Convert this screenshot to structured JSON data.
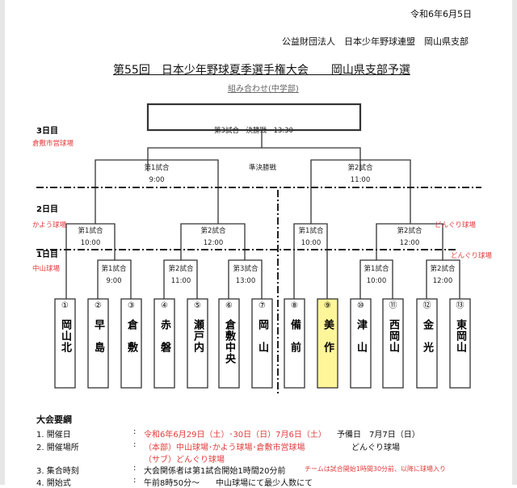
{
  "header": {
    "date": "令和6年6月5日",
    "organization": "公益財団法人　日本少年野球連盟　岡山県支部",
    "title": "第55回　日本少年野球夏季選手権大会　　岡山県支部予選",
    "subtitle": "組み合わせ(中学部)"
  },
  "days": {
    "day3": {
      "label": "3日目",
      "venue": "倉敷市営球場"
    },
    "day2": {
      "label": "2日目",
      "venue_left": "かよう球場",
      "venue_right": "どんぐり球場"
    },
    "day1": {
      "label": "1日目",
      "venue_left": "中山球場",
      "venue_right": "どんぐり球場"
    }
  },
  "bracket": {
    "final": {
      "label": "第3試合　決勝戦　13:30"
    },
    "semifinal_label": "準決勝戦",
    "semis": [
      {
        "game": "第1試合",
        "time": "9:00"
      },
      {
        "game": "第2試合",
        "time": "11:00"
      }
    ],
    "day2_games": [
      {
        "game": "第1試合",
        "time": "10:00"
      },
      {
        "game": "第2試合",
        "time": "12:00"
      },
      {
        "game": "第1試合",
        "time": "10:00"
      },
      {
        "game": "第2試合",
        "time": "12:00"
      }
    ],
    "day1_games": [
      {
        "game": "第1試合",
        "time": "9:00"
      },
      {
        "game": "第2試合",
        "time": "11:00"
      },
      {
        "game": "第3試合",
        "time": "13:00"
      },
      {
        "game": "第1試合",
        "time": "10:00"
      },
      {
        "game": "第2試合",
        "time": "12:00"
      }
    ]
  },
  "teams": [
    {
      "num": "①",
      "name": "岡山北"
    },
    {
      "num": "②",
      "name": "早　島"
    },
    {
      "num": "③",
      "name": "倉　敷"
    },
    {
      "num": "④",
      "name": "赤　磐"
    },
    {
      "num": "⑤",
      "name": "瀬戸内"
    },
    {
      "num": "⑥",
      "name": "倉敷中央"
    },
    {
      "num": "⑦",
      "name": "岡　山"
    },
    {
      "num": "⑧",
      "name": "備　前"
    },
    {
      "num": "⑨",
      "name": "美　作"
    },
    {
      "num": "⑩",
      "name": "津　山"
    },
    {
      "num": "⑪",
      "name": "西岡山"
    },
    {
      "num": "⑫",
      "name": "金　光"
    },
    {
      "num": "⑬",
      "name": "東岡山"
    }
  ],
  "highlight_color": "#fff69a",
  "summary": {
    "heading": "大会要綱",
    "rows": [
      {
        "label": "1. 開催日",
        "colon": ":",
        "value_red": "令和6年6月29日（土）･30日（日）7月6日（土）",
        "value_extra": "予備日　7月7日（日）"
      },
      {
        "label": "2. 開催場所",
        "colon": ":",
        "value_red": "（本部）中山球場･かよう球場･倉敷市営球場",
        "value_extra": "どんぐり球場",
        "value_red_2": "（サブ）どんぐり球場"
      },
      {
        "label": "3. 集合時刻",
        "colon": ":",
        "value": "大会関係者は第1試合開始1時間20分前",
        "value_red": "チームは試合開始1時間30分前、以降に球場入り"
      },
      {
        "label": "4. 開始式",
        "colon": ":",
        "value": "午前8時50分～　　中山球場にて最少人数にて"
      }
    ]
  }
}
